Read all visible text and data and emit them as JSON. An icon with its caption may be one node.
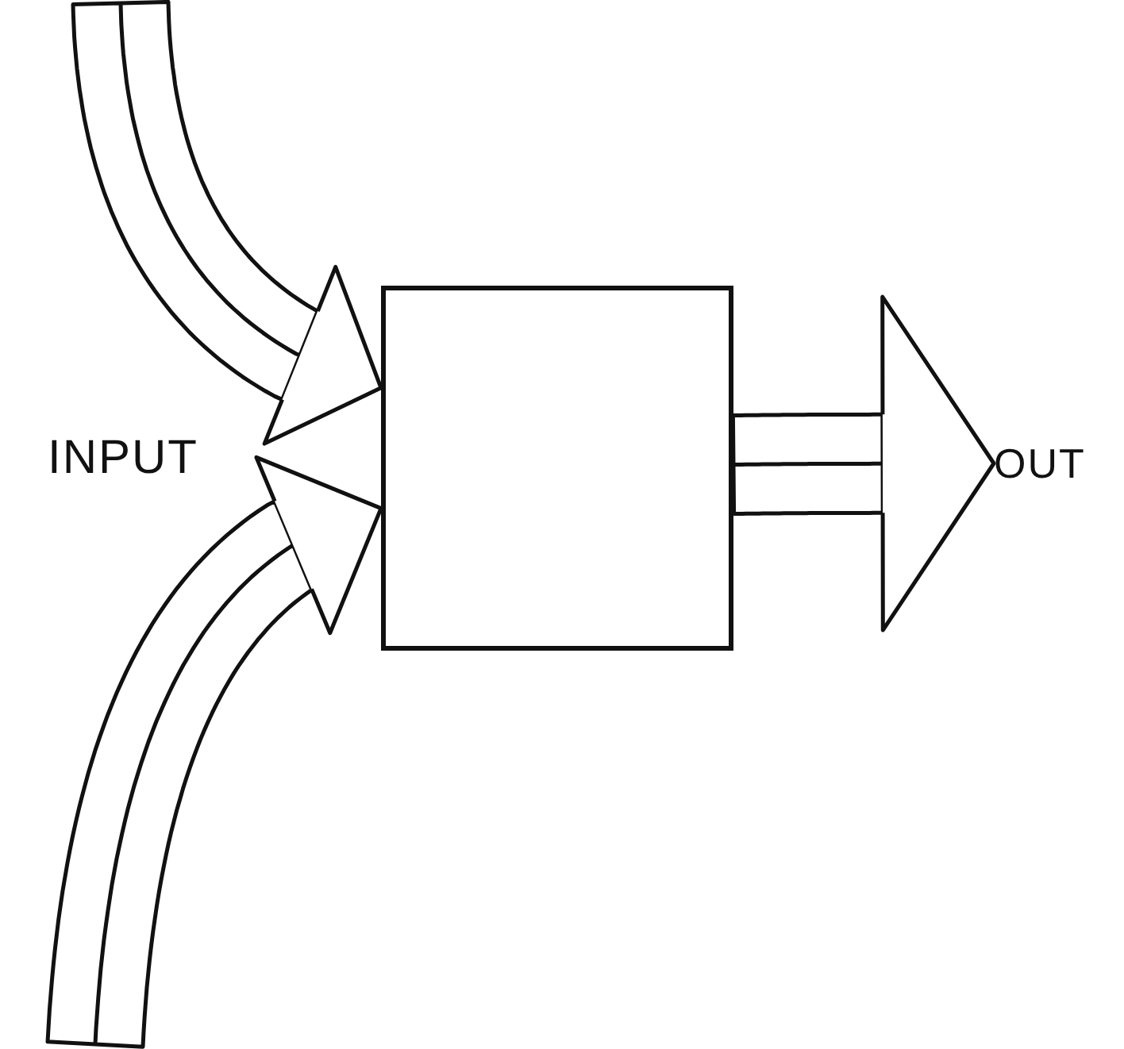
{
  "diagram": {
    "nodes": [
      {
        "text": [],
        "shape": "box"
      },
      {
        "text": [
          "OUT"
        ]
      }
    ],
    "edges": [
      {
        "from": null,
        "to": 0,
        "arrow": "to"
      },
      {
        "from": null,
        "to": 0,
        "arrow": "to"
      },
      {
        "from": 0,
        "to": 1,
        "arrow": "to"
      }
    ],
    "labels": [
      "INPUT"
    ]
  }
}
